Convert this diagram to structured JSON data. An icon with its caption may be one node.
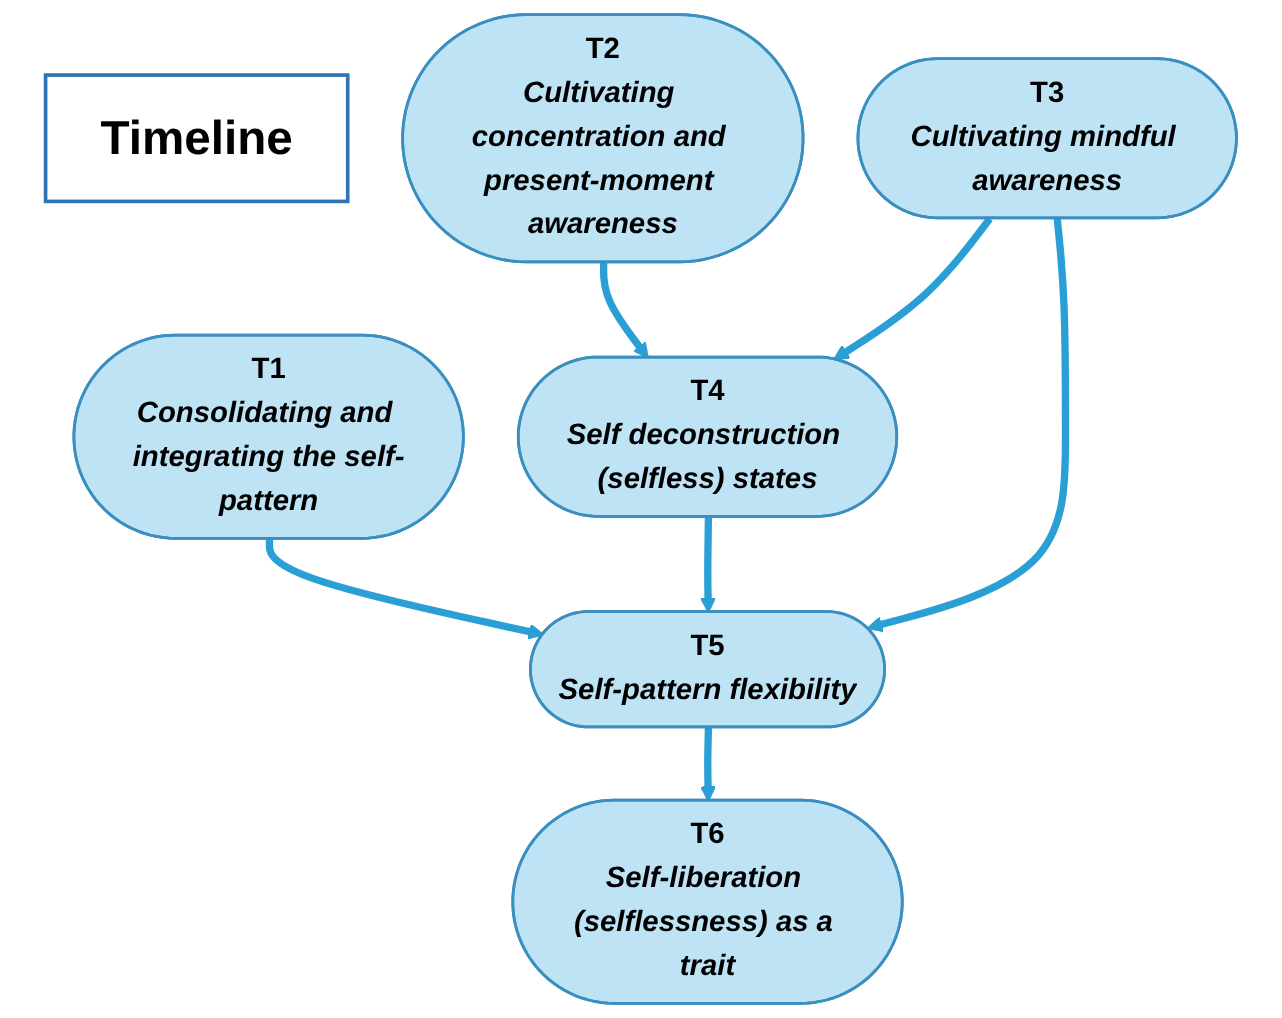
{
  "diagram": {
    "nodes": [
      {
        "text": [
          "Timeline"
        ]
      },
      {
        "text": [
          "T1",
          "Consolidating and integrating the self-pattern"
        ]
      },
      {
        "text": [
          "T2",
          "Cultivating concentration and present-moment awareness"
        ]
      },
      {
        "text": [
          "T3",
          "Cultivating mindful awareness"
        ]
      },
      {
        "text": [
          "T4",
          "Self deconstruction (selfless) states"
        ]
      },
      {
        "text": [
          "T5",
          "Self-pattern flexibility"
        ]
      },
      {
        "text": [
          "T6",
          "Self-liberation (selflessness) as a trait"
        ]
      }
    ],
    "edges": [
      {
        "from": 2,
        "to": 4,
        "arrow": "to"
      },
      {
        "from": 3,
        "to": 4,
        "arrow": "to"
      },
      {
        "from": 1,
        "to": 5,
        "arrow": "to"
      },
      {
        "from": 4,
        "to": 5,
        "arrow": "to"
      },
      {
        "from": 3,
        "to": 5,
        "arrow": "to"
      },
      {
        "from": 5,
        "to": 6,
        "arrow": "to"
      }
    ]
  }
}
